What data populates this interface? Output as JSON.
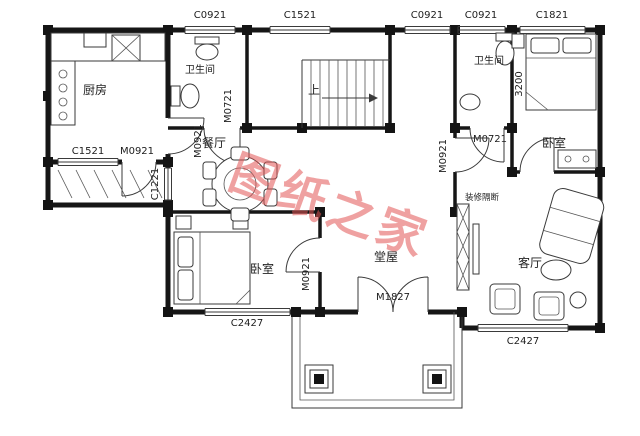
{
  "watermark": {
    "text": "图纸之家",
    "color": "#e25555"
  },
  "rooms": {
    "kitchen": "厨房",
    "bathroom_top": "卫生间",
    "bathroom_right": "卫生间",
    "dining": "餐厅",
    "bedroom_right": "卧室",
    "bedroom_left": "卧室",
    "living": "客厅",
    "hall": "堂屋"
  },
  "windows": {
    "top_1": "C0921",
    "top_2": "C1521",
    "top_3": "C0921",
    "top_4": "C0921",
    "top_5": "C1821",
    "kitchen_bottom": "C1521",
    "dining_side": "C1221",
    "bedroom_left_bottom": "C2427",
    "living_bottom": "C2427"
  },
  "doors": {
    "kitchen_terrace": "M0921",
    "kitchen_dining": "M0921",
    "bathroom_top": "M0721",
    "bathroom_right": "M0721",
    "corridor_right": "M0921",
    "bedroom_left": "M0921",
    "entry": "M1827"
  },
  "annotations": {
    "stairs_up": "上",
    "partition": "装修隔断",
    "bed_dim": "3200"
  }
}
